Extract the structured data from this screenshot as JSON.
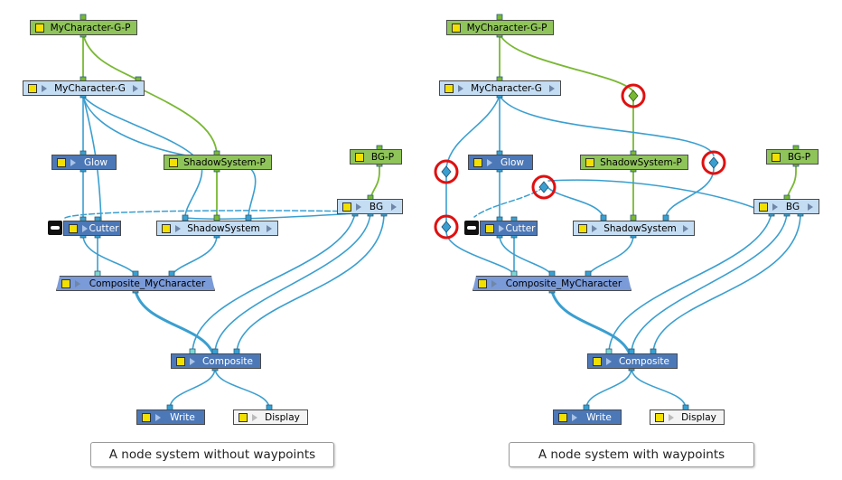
{
  "left": {
    "nodes": {
      "mychar_gp": "MyCharacter-G-P",
      "mychar_g": "MyCharacter-G",
      "glow": "Glow",
      "shadow_p": "ShadowSystem-P",
      "bgp": "BG-P",
      "bg": "BG",
      "cutter": "Cutter",
      "shadow": "ShadowSystem",
      "comp_char": "Composite_MyCharacter",
      "composite": "Composite",
      "write": "Write",
      "display": "Display"
    },
    "caption": "A node system without waypoints"
  },
  "right": {
    "nodes": {
      "mychar_gp": "MyCharacter-G-P",
      "mychar_g": "MyCharacter-G",
      "glow": "Glow",
      "shadow_p": "ShadowSystem-P",
      "bgp": "BG-P",
      "bg": "BG",
      "cutter": "Cutter",
      "shadow": "ShadowSystem",
      "comp_char": "Composite_MyCharacter",
      "composite": "Composite",
      "write": "Write",
      "display": "Display"
    },
    "caption": "A node system with waypoints"
  },
  "colors": {
    "peg_node": "#8fc45a",
    "drawing_node": "#c4ddf3",
    "effect_node": "#4c78b7",
    "composite_node": "#7a9ad8",
    "cable": "#3a9fd0",
    "peg_cable": "#79b833",
    "waypoint_highlight": "#e01010"
  },
  "icons": [
    "enable-square-icon",
    "play-arrow-icon",
    "lock-icon",
    "waypoint-icon"
  ]
}
